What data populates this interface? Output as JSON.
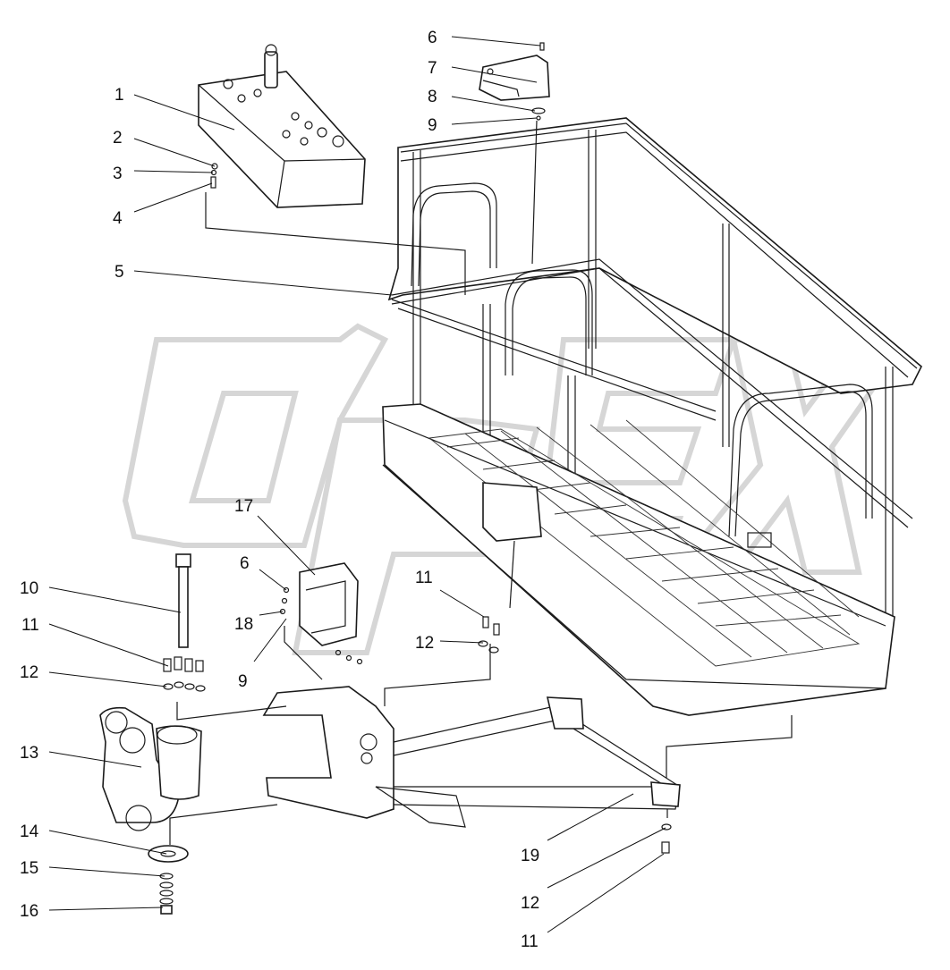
{
  "watermark": "OPEX",
  "callouts": [
    {
      "id": "c1",
      "label": "1"
    },
    {
      "id": "c2",
      "label": "2"
    },
    {
      "id": "c3",
      "label": "3"
    },
    {
      "id": "c4",
      "label": "4"
    },
    {
      "id": "c5",
      "label": "5"
    },
    {
      "id": "c6a",
      "label": "6"
    },
    {
      "id": "c7",
      "label": "7"
    },
    {
      "id": "c8",
      "label": "8"
    },
    {
      "id": "c9a",
      "label": "9"
    },
    {
      "id": "c10",
      "label": "10"
    },
    {
      "id": "c11a",
      "label": "11"
    },
    {
      "id": "c12a",
      "label": "12"
    },
    {
      "id": "c13",
      "label": "13"
    },
    {
      "id": "c14",
      "label": "14"
    },
    {
      "id": "c15",
      "label": "15"
    },
    {
      "id": "c16",
      "label": "16"
    },
    {
      "id": "c17",
      "label": "17"
    },
    {
      "id": "c6b",
      "label": "6"
    },
    {
      "id": "c18",
      "label": "18"
    },
    {
      "id": "c9b",
      "label": "9"
    },
    {
      "id": "c11b",
      "label": "11"
    },
    {
      "id": "c12b",
      "label": "12"
    },
    {
      "id": "c19",
      "label": "19"
    },
    {
      "id": "c12c",
      "label": "12"
    },
    {
      "id": "c11c",
      "label": "11"
    }
  ]
}
